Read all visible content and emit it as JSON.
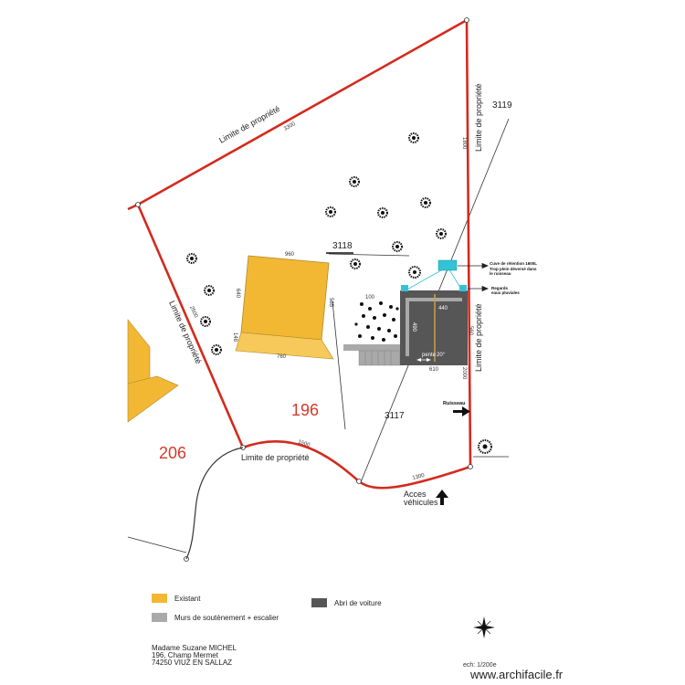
{
  "plan": {
    "parcels": {
      "p3118": "3118",
      "p3119": "3119",
      "p3117": "3117",
      "p196": "196",
      "p206": "206"
    },
    "boundary_labels": {
      "top": "Limite de propriété",
      "right_upper": "Limite de propriété",
      "right_lower": "Limite de propriété",
      "left": "Limite de propriété",
      "bottom": "Limite de propriété"
    },
    "dimensions": {
      "top_side": "3300",
      "right_upper": "1800",
      "right_lower": "2000",
      "left_side": "2500",
      "road_left": "1500",
      "road_right": "1300",
      "house_top": "960",
      "house_left": "640",
      "house_bottom": "760",
      "house_right": "565",
      "house_left_lower": "148",
      "shelter_side": "490",
      "shelter_width": "610",
      "shelter_inner": "440",
      "shelter_right": "560",
      "shelter_gap": "100"
    },
    "annotations": {
      "cuve": "Cuve de rétention 1600L",
      "trop_plein": "Trop plein déversé dans",
      "ruisseau_small": "le ruisseau",
      "regards": "Regards",
      "eaux_pluviales": "eaux pluviales",
      "ruisseau": "Ruisseau",
      "pente": "pente",
      "pente_deg": "20°",
      "acces_line1": "Acces",
      "acces_line2": "véhicules"
    },
    "colors": {
      "boundary": "#d42a1e",
      "existant": "#f2b833",
      "walls": "#a9a9a9",
      "shelter": "#565656",
      "tank": "#33c3d6"
    }
  },
  "legend": {
    "existant": "Existant",
    "murs": "Murs de soutènement + escalier",
    "abri": "Abri de voiture"
  },
  "owner": {
    "name": "Madame Suzane MICHEL",
    "street": "196, Champ Mermet",
    "city": "74250 VIUZ EN SALLAZ"
  },
  "scale": "ech: 1/200e",
  "watermark": "www.archifacile.fr",
  "icons": {
    "compass": "compass-rose-icon",
    "arrow": "arrow-right-icon",
    "arrow_up": "arrow-up-icon",
    "tree": "tree-icon"
  }
}
